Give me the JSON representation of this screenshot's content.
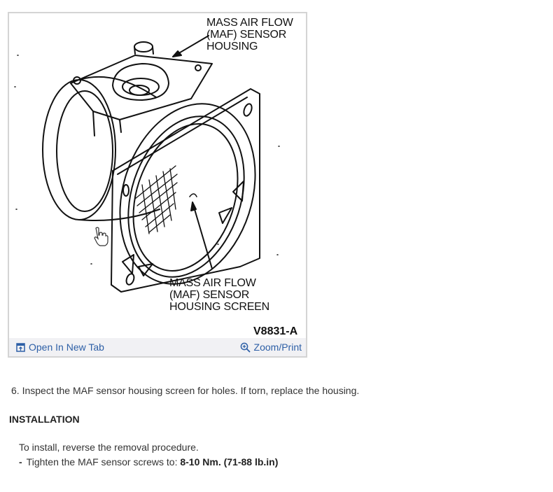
{
  "figure": {
    "label_top": "MASS AIR FLOW\n(MAF) SENSOR\nHOUSING",
    "label_bottom": "MASS AIR FLOW\n(MAF) SENSOR\nHOUSING SCREEN",
    "code": "V8831-A",
    "open_tab_label": "Open In New Tab",
    "zoom_label": "Zoom/Print"
  },
  "content": {
    "step6": "6. Inspect the MAF sensor housing screen for holes. If torn, replace the housing.",
    "section_title": "INSTALLATION",
    "install_text": "To install, reverse the removal procedure.",
    "bullet_dash": "-",
    "bullet_text": "Tighten the MAF sensor screws to: ",
    "bullet_value": "8-10 Nm. (71-88 lb.in)"
  }
}
